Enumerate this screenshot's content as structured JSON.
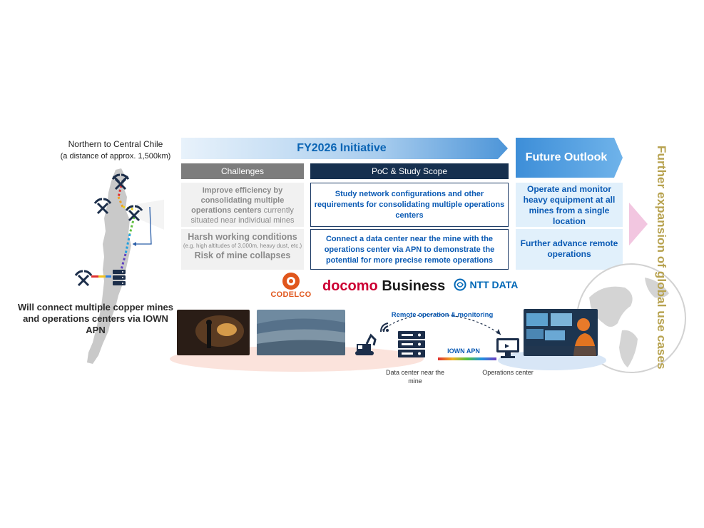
{
  "region": {
    "title": "Northern to Central Chile",
    "subtitle": "(a distance of approx. 1,500km)"
  },
  "connect_text": "Will connect multiple copper mines and operations centers via IOWN APN",
  "initiative": {
    "title": "FY2026 Initiative"
  },
  "future": {
    "title": "Future Outlook"
  },
  "challenges": {
    "heading": "Challenges",
    "item1_bold": "Improve efficiency by consolidating multiple operations centers",
    "item1_rest": " currently situated near individual mines",
    "item2_title": "Harsh working conditions",
    "item2_note": "(e.g. high altitudes of 3,000m, heavy dust, etc.)",
    "item2_title2": "Risk of mine collapses"
  },
  "poc": {
    "heading": "PoC & Study Scope",
    "item1": "Study network configurations and other requirements for consolidating multiple operations centers",
    "item2": "Connect a data center near the mine with the operations center via APN to demonstrate the potential for more precise remote operations"
  },
  "future_items": {
    "item1": "Operate and monitor heavy equipment at all mines from a single location",
    "item2": "Further advance remote operations"
  },
  "global_text": "Further expansion of global use cases",
  "logos": {
    "codelco": "CODELCO",
    "docomo": "docomo",
    "business": "Business",
    "nttdata": "NTT DATA"
  },
  "scene": {
    "remote_label": "Remote operation & monitoring",
    "iown_label": "IOWN APN",
    "dc_label": "Data center near the mine",
    "ops_label": "Operations center"
  },
  "icons": [
    "mine-pickaxe-icon",
    "server-icon",
    "excavator-icon",
    "monitor-icon",
    "wifi-icon",
    "globe-icon"
  ],
  "colors": {
    "accent_blue": "#0a64b4",
    "dark_navy": "#16304f",
    "gray_head": "#7d7d7d",
    "light_blue_box": "#e1f0fb",
    "gold_text": "#b7a24f",
    "codelco_orange": "#e0561c",
    "docomo_red": "#cc0033"
  }
}
